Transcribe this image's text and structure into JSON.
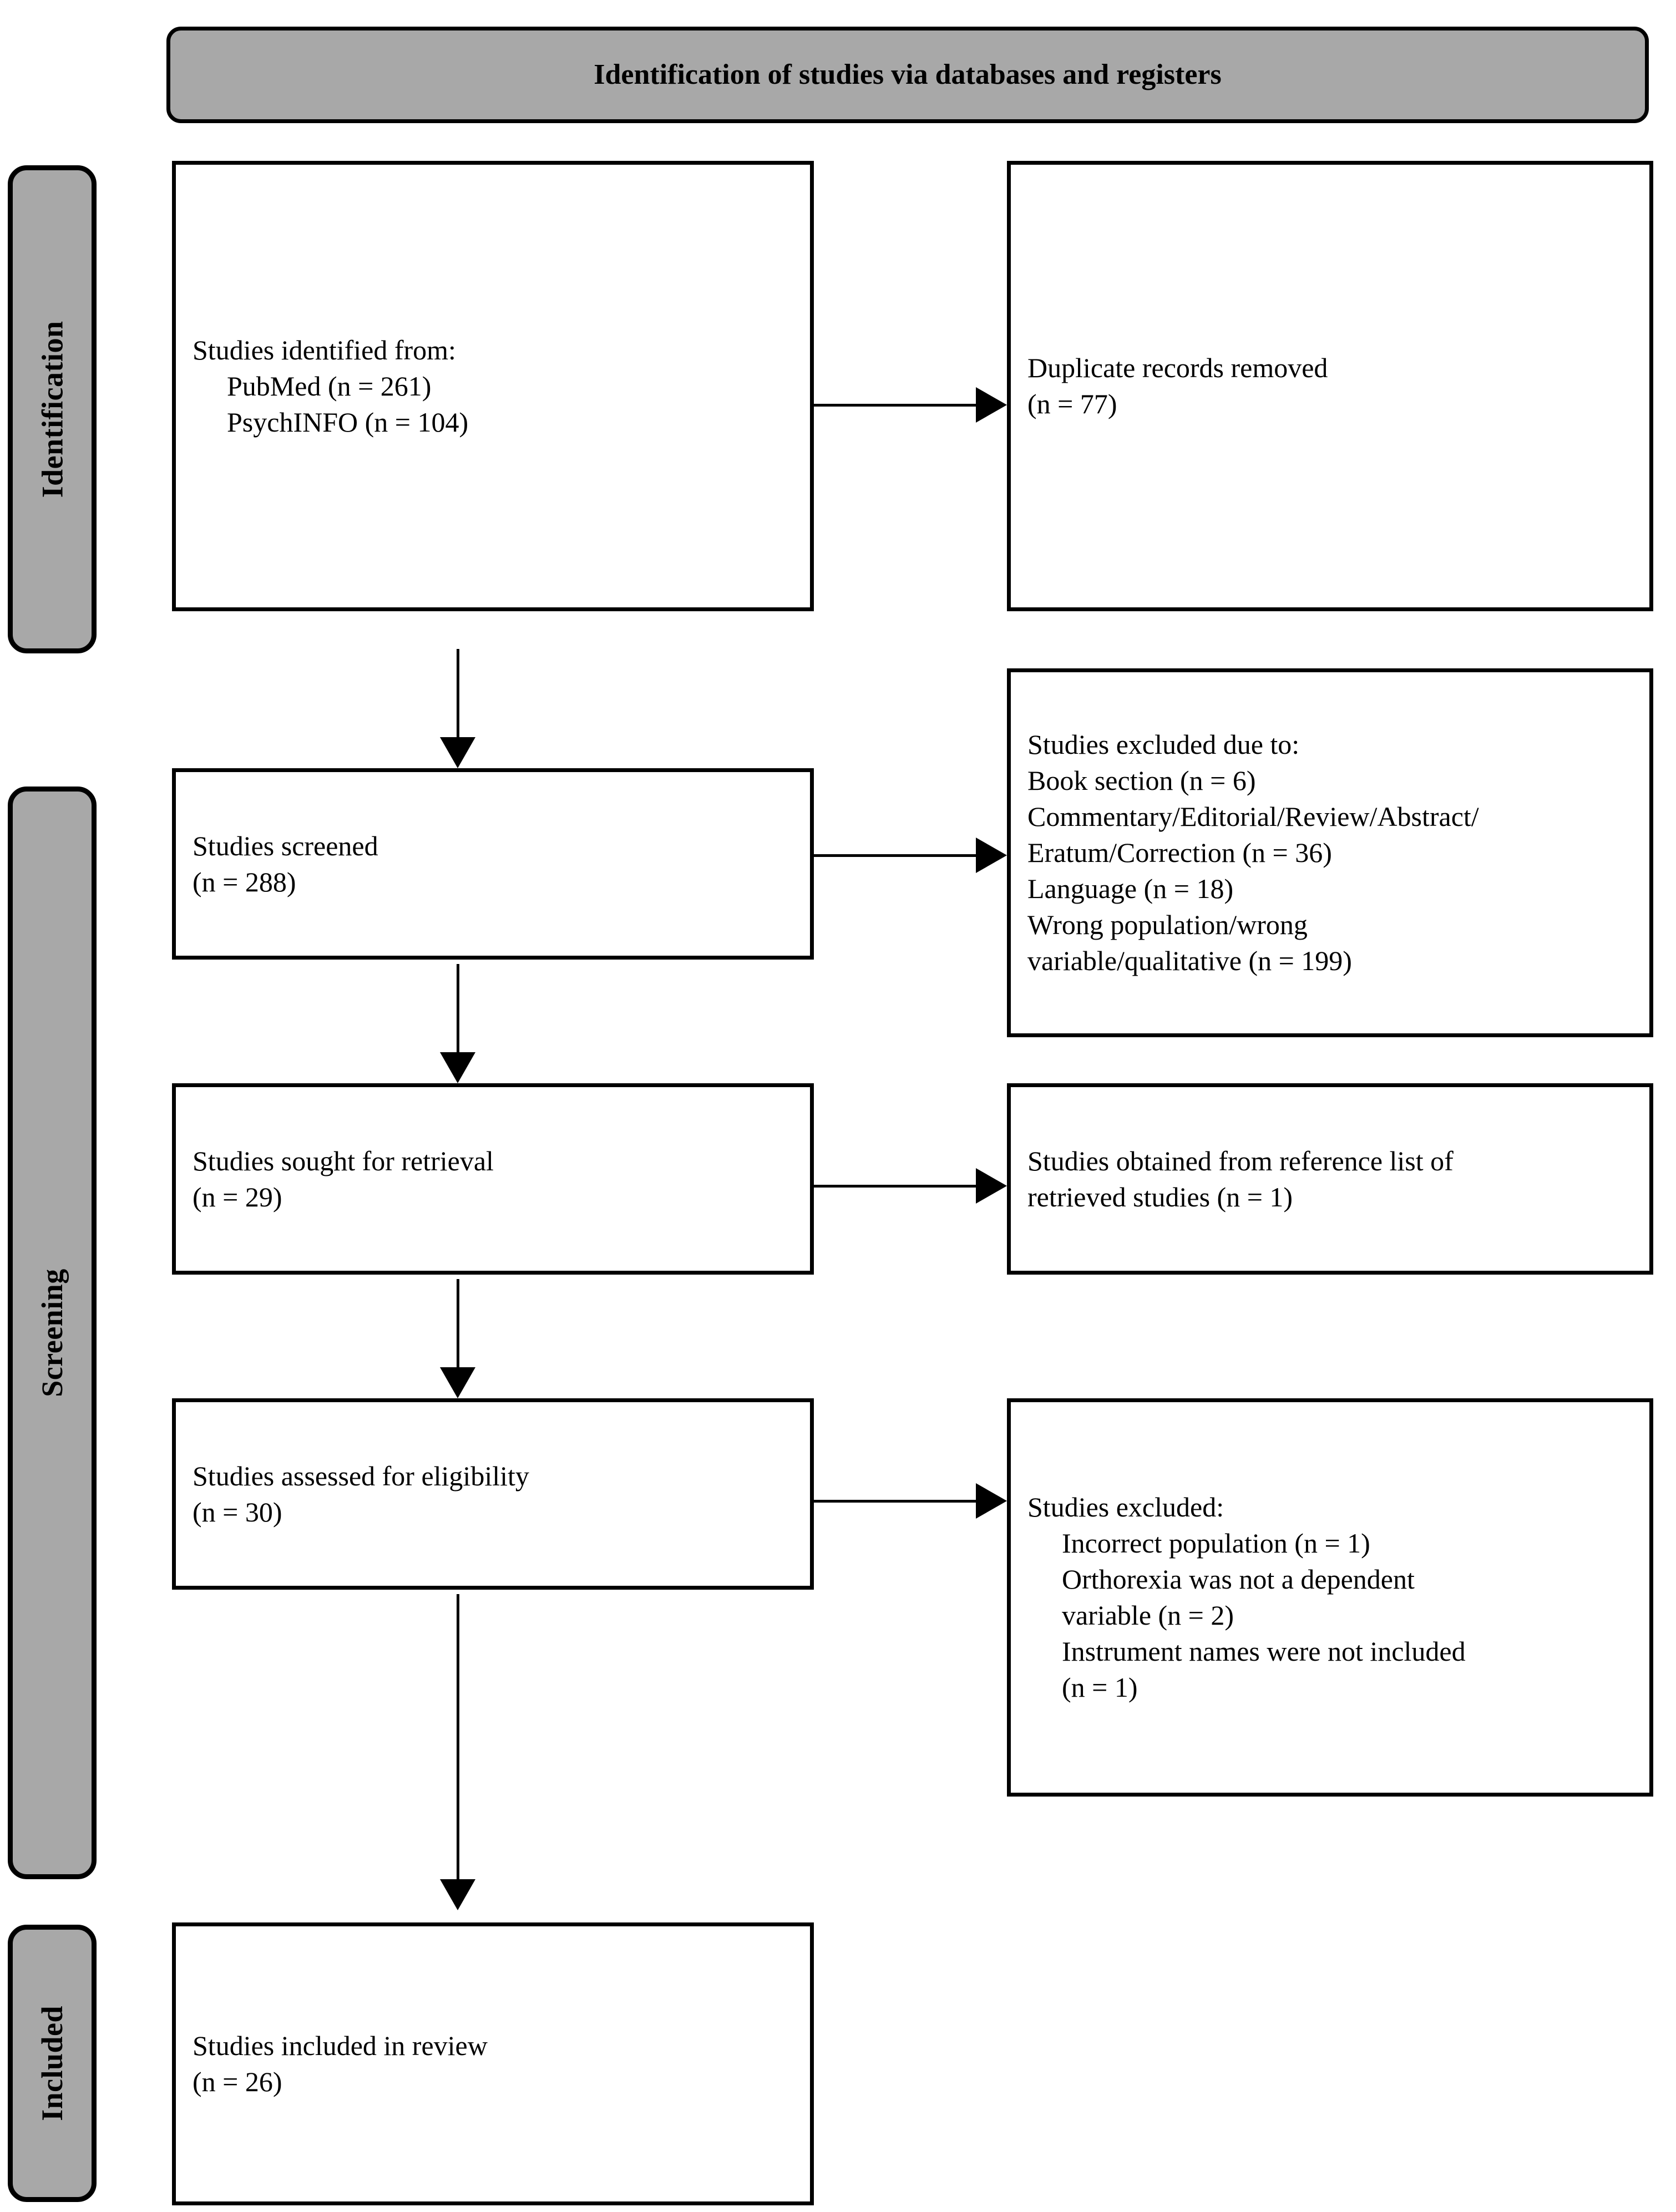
{
  "figure": {
    "title": "Identification of studies via databases and registers",
    "type": "PRISMA flow diagram"
  },
  "stages": [
    {
      "id": "identification",
      "label": "Identification"
    },
    {
      "id": "screening",
      "label": "Screening"
    },
    {
      "id": "included",
      "label": "Included"
    }
  ],
  "boxes": {
    "identified": {
      "lines": [
        {
          "text": "Studies identified from:",
          "indent": false
        },
        {
          "text": "PubMed (n = 261)",
          "indent": true
        },
        {
          "text": "PsychINFO (n = 104)",
          "indent": true
        }
      ]
    },
    "duplicates_removed": {
      "lines": [
        {
          "text": "Duplicate records removed",
          "indent": false
        },
        {
          "text": "(n = 77)",
          "indent": false
        }
      ]
    },
    "screened": {
      "lines": [
        {
          "text": "Studies screened",
          "indent": false
        },
        {
          "text": "(n = 288)",
          "indent": false
        }
      ]
    },
    "excluded_screening": {
      "lines": [
        {
          "text": "Studies excluded due to:",
          "indent": false
        },
        {
          "text": "Book section (n = 6)",
          "indent": false
        },
        {
          "text": "Commentary/Editorial/Review/Abstract/",
          "indent": false
        },
        {
          "text": "Eratum/Correction (n = 36)",
          "indent": false
        },
        {
          "text": "Language (n = 18)",
          "indent": false
        },
        {
          "text": "Wrong population/wrong",
          "indent": false
        },
        {
          "text": "variable/qualitative (n = 199)",
          "indent": false
        }
      ]
    },
    "sought_retrieval": {
      "lines": [
        {
          "text": "Studies sought for retrieval",
          "indent": false
        },
        {
          "text": "(n = 29)",
          "indent": false
        }
      ]
    },
    "obtained_reference": {
      "lines": [
        {
          "text": "Studies obtained from reference list of",
          "indent": false
        },
        {
          "text": "retrieved studies (n = 1)",
          "indent": false
        }
      ]
    },
    "assessed_eligibility": {
      "lines": [
        {
          "text": "Studies assessed for eligibility",
          "indent": false
        },
        {
          "text": "(n = 30)",
          "indent": false
        }
      ]
    },
    "excluded_eligibility": {
      "lines": [
        {
          "text": "Studies excluded:",
          "indent": false
        },
        {
          "text": "Incorrect population (n = 1)",
          "indent": true
        },
        {
          "text": "Orthorexia was not a dependent",
          "indent": true
        },
        {
          "text": "variable (n = 2)",
          "indent": true
        },
        {
          "text": "Instrument names were not included",
          "indent": true
        },
        {
          "text": "(n = 1)",
          "indent": true
        }
      ]
    },
    "included_review": {
      "lines": [
        {
          "text": "Studies included in review",
          "indent": false
        },
        {
          "text": "(n = 26)",
          "indent": false
        }
      ]
    }
  },
  "chart_data": {
    "type": "flowchart",
    "title": "Identification of studies via databases and registers",
    "nodes": [
      {
        "id": "identified",
        "stage": "Identification",
        "label": "Studies identified from: PubMed (n = 261); PsychINFO (n = 104)",
        "counts": {
          "PubMed": 261,
          "PsychINFO": 104
        }
      },
      {
        "id": "duplicates_removed",
        "stage": "Identification",
        "label": "Duplicate records removed (n = 77)",
        "counts": {
          "removed": 77
        }
      },
      {
        "id": "screened",
        "stage": "Screening",
        "label": "Studies screened (n = 288)",
        "counts": {
          "screened": 288
        }
      },
      {
        "id": "excluded_screening",
        "stage": "Screening",
        "label": "Studies excluded due to",
        "counts": {
          "Book section": 6,
          "Commentary/Editorial/Review/Abstract/Eratum/Correction": 36,
          "Language": 18,
          "Wrong population/wrong variable/qualitative": 199
        }
      },
      {
        "id": "sought_retrieval",
        "stage": "Screening",
        "label": "Studies sought for retrieval (n = 29)",
        "counts": {
          "sought": 29
        }
      },
      {
        "id": "obtained_reference",
        "stage": "Screening",
        "label": "Studies obtained from reference list of retrieved studies (n = 1)",
        "counts": {
          "obtained": 1
        }
      },
      {
        "id": "assessed_eligibility",
        "stage": "Screening",
        "label": "Studies assessed for eligibility (n = 30)",
        "counts": {
          "assessed": 30
        }
      },
      {
        "id": "excluded_eligibility",
        "stage": "Screening",
        "label": "Studies excluded",
        "counts": {
          "Incorrect population": 1,
          "Orthorexia was not a dependent variable": 2,
          "Instrument names were not included": 1
        }
      },
      {
        "id": "included_review",
        "stage": "Included",
        "label": "Studies included in review (n = 26)",
        "counts": {
          "included": 26
        }
      }
    ],
    "edges": [
      {
        "from": "identified",
        "to": "duplicates_removed",
        "direction": "right"
      },
      {
        "from": "identified",
        "to": "screened",
        "direction": "down"
      },
      {
        "from": "screened",
        "to": "excluded_screening",
        "direction": "right"
      },
      {
        "from": "screened",
        "to": "sought_retrieval",
        "direction": "down"
      },
      {
        "from": "sought_retrieval",
        "to": "obtained_reference",
        "direction": "right"
      },
      {
        "from": "sought_retrieval",
        "to": "assessed_eligibility",
        "direction": "down"
      },
      {
        "from": "assessed_eligibility",
        "to": "excluded_eligibility",
        "direction": "right"
      },
      {
        "from": "assessed_eligibility",
        "to": "included_review",
        "direction": "down"
      }
    ]
  },
  "colors": {
    "stage_fill": "#a8a8a8",
    "banner_fill": "#a8a8a8",
    "box_fill": "#ffffff",
    "stroke": "#000000"
  }
}
